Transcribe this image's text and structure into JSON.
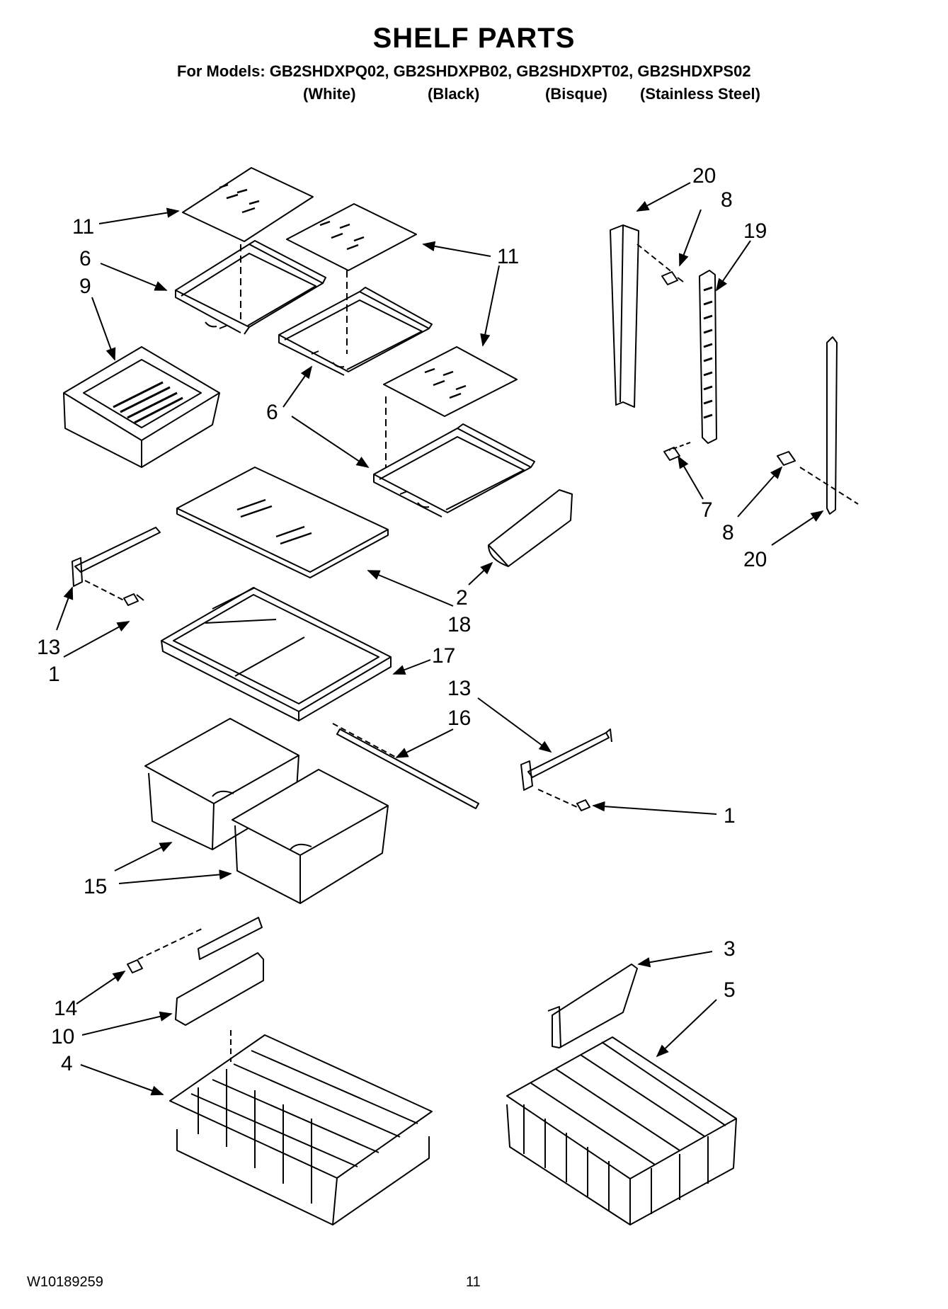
{
  "header": {
    "title": "SHELF PARTS",
    "models_line": "For Models: GB2SHDXPQ02, GB2SHDXPB02, GB2SHDXPT02, GB2SHDXPS02",
    "colors": [
      "(White)",
      "(Black)",
      "(Bisque)",
      "(Stainless Steel)"
    ]
  },
  "callouts": [
    "20",
    "8",
    "19",
    "11",
    "6",
    "9",
    "11",
    "6",
    "7",
    "8",
    "20",
    "2",
    "18",
    "13",
    "1",
    "17",
    "13",
    "16",
    "1",
    "15",
    "3",
    "14",
    "10",
    "4",
    "5"
  ],
  "footer": {
    "doc_number": "W10189259",
    "page_number": "11"
  }
}
